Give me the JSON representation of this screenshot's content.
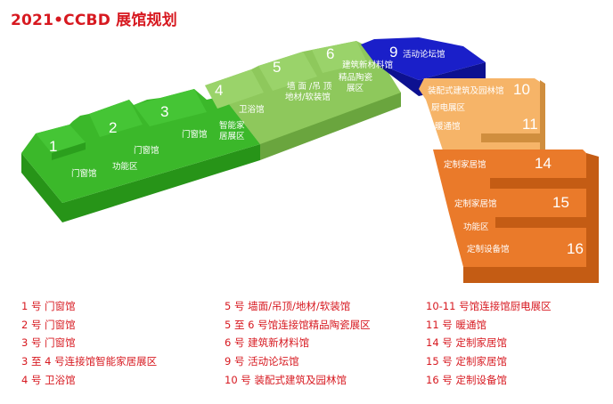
{
  "title": "2021•CCBD 展馆规划",
  "colors": {
    "green_top": "#3bb82a",
    "green_side": "#279418",
    "lightgreen_top": "#8ec85c",
    "lightgreen_side": "#6aa53e",
    "blue_top": "#1a1fc9",
    "blue_side": "#0d1190",
    "peach_top": "#f6b468",
    "peach_side": "#d08e3e",
    "orange_top": "#ea7a2a",
    "orange_side": "#c45c14",
    "legend_text": "#d71920"
  },
  "halls": {
    "h1": {
      "num": "1",
      "label": "门窗馆"
    },
    "h2": {
      "num": "2",
      "label": "门窗馆"
    },
    "h3": {
      "num": "3",
      "label": "门窗馆"
    },
    "link_2_3": {
      "label": "功能区"
    },
    "link_3_4": {
      "label_1": "智能家",
      "label_2": "居展区"
    },
    "h4": {
      "num": "4",
      "label": "卫浴馆"
    },
    "h5": {
      "num": "5",
      "label_1": "墙 面 /吊 顶",
      "label_2": "地材/软装馆"
    },
    "h6": {
      "num": "6",
      "label_1": "建筑新材料馆"
    },
    "link_5_6": {
      "label_1": "精品陶瓷",
      "label_2": "展区"
    },
    "h9": {
      "num": "9",
      "label": "活动论坛馆"
    },
    "h10": {
      "num": "10",
      "label": "装配式建筑及园林馆"
    },
    "link_10_11": {
      "label": "厨电展区"
    },
    "h11": {
      "num": "11",
      "label": "暖通馆"
    },
    "h14": {
      "num": "14",
      "label": "定制家居馆"
    },
    "h15": {
      "num": "15",
      "label": "定制家居馆"
    },
    "link_15_16": {
      "label": "功能区"
    },
    "h16": {
      "num": "16",
      "label": "定制设备馆"
    }
  },
  "legend": {
    "col1": [
      "1 号  门窗馆",
      "2 号  门窗馆",
      "3 号  门窗馆",
      "3 至 4 号连接馆智能家居展区",
      "4 号  卫浴馆"
    ],
    "col2": [
      "5 号  墙面/吊顶/地材/软装馆",
      "5 至 6 号馆连接馆精品陶瓷展区",
      "6 号  建筑新材料馆",
      "9 号  活动论坛馆",
      "10 号  装配式建筑及园林馆"
    ],
    "col3": [
      "10-11 号馆连接馆厨电展区",
      "11 号  暖通馆",
      "14 号  定制家居馆",
      "15 号  定制家居馆",
      "16 号  定制设备馆"
    ]
  }
}
